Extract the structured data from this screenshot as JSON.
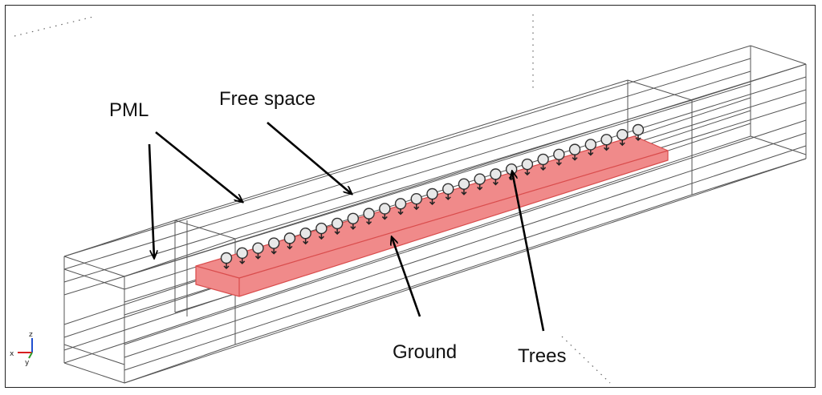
{
  "diagram": {
    "labels": {
      "pml": "PML",
      "free_space": "Free space",
      "ground": "Ground",
      "trees": "Trees"
    },
    "triad": {
      "x": "x",
      "y": "y",
      "z": "z"
    },
    "tree_count": 27,
    "colors": {
      "ground_fill": "#f08a8a",
      "ground_edge": "#d94c4c",
      "wire": "#555555",
      "arrow": "#000000",
      "axis_x": "#d62020",
      "axis_y": "#2a9a2a",
      "axis_z": "#2050d0"
    }
  }
}
